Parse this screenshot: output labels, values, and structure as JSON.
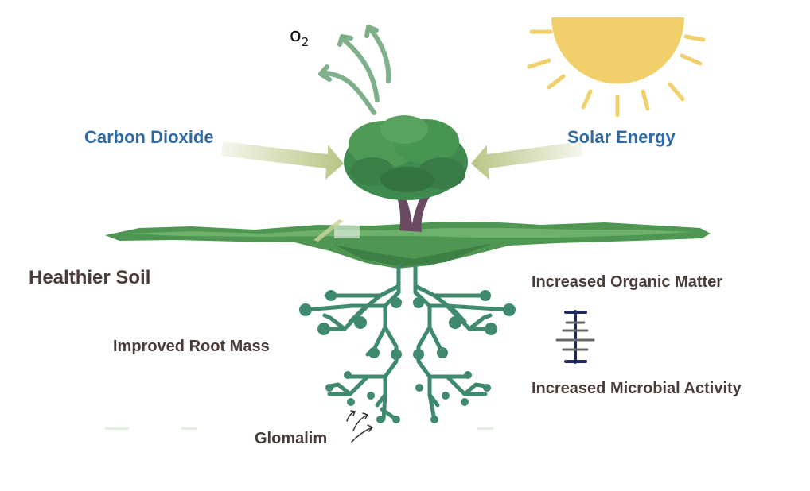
{
  "labels": {
    "o2_main": "o",
    "o2_sub": "2",
    "carbon_dioxide": "Carbon Dioxide",
    "solar_energy": "Solar Energy",
    "healthier_soil": "Healthier Soil",
    "increased_organic_matter": "Increased Organic Matter",
    "improved_root_mass": "Improved Root Mass",
    "increased_microbial_activity": "Increased Microbial Activity",
    "glomalim": "Glomalim"
  },
  "colors": {
    "sun": "#f1cf6b",
    "arrow_green": "#7fb08a",
    "arrow_olive": "#b7c684",
    "grass": "#4f9652",
    "tree_canopy": "#3f8a4e",
    "trunk": "#6a4b63",
    "roots": "#3f8a6c",
    "microbe_icon": "#1f2a5a",
    "label_blue": "#2f6aa6",
    "label_dark": "#4a3b36"
  },
  "icons": [
    "sun-icon",
    "tree-icon",
    "roots-icon",
    "microbe-icon",
    "oxygen-arrows-icon"
  ]
}
